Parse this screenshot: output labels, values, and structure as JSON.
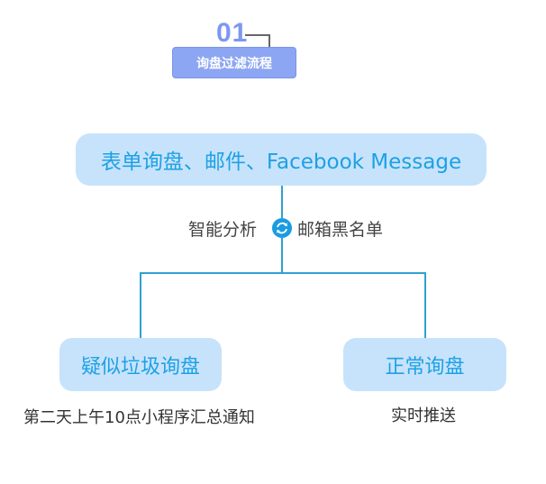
{
  "header": {
    "step_number": "01",
    "title": "询盘过滤流程"
  },
  "nodes": {
    "source": "表单询盘、邮件、Facebook Message",
    "spam": "疑似垃圾询盘",
    "normal": "正常询盘"
  },
  "filter": {
    "left_label": "智能分析",
    "right_label": "邮箱黑名单",
    "icon": "sync-icon"
  },
  "notes": {
    "spam": "第二天上午10点小程序汇总通知",
    "normal": "实时推送"
  },
  "colors": {
    "node_fill": "#c7e3fb",
    "node_text": "#1da1e6",
    "connector": "#2fa1cf",
    "header_number": "#7d97f2",
    "header_tab": "#8da6f3"
  }
}
